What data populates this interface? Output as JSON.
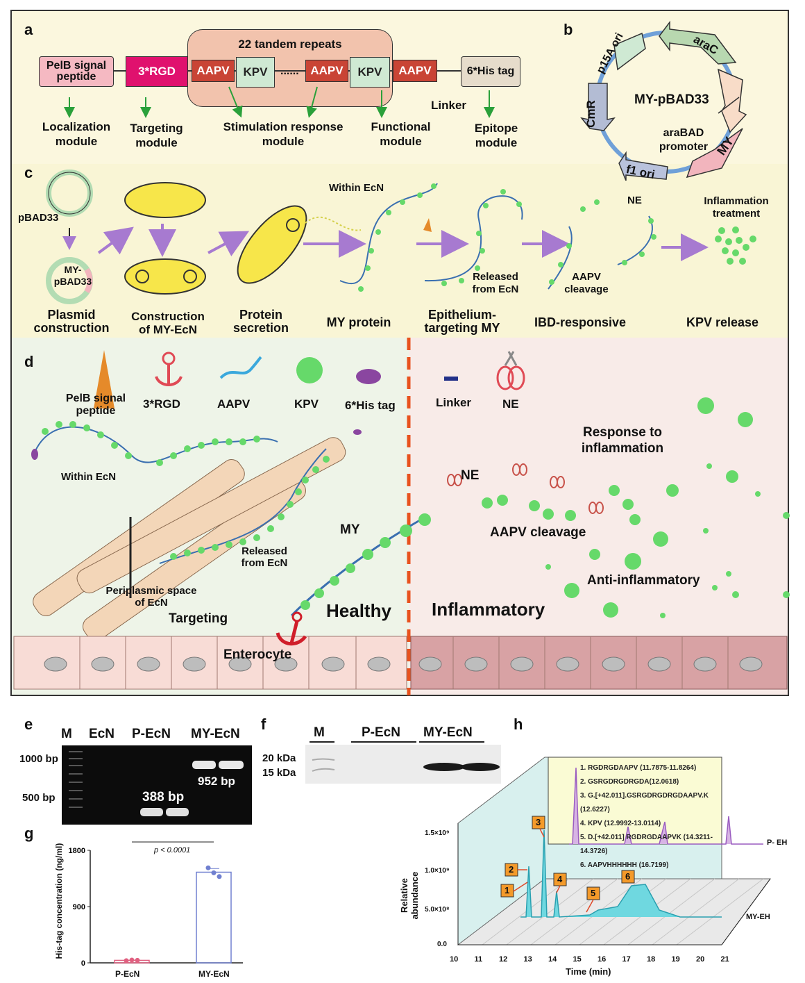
{
  "panel_a": {
    "letter": "a",
    "repeat_title": "22 tandem repeats",
    "pelb": "PelB signal peptide",
    "rgd": "3*RGD",
    "aapv": "AAPV",
    "kpv": "KPV",
    "dots": "......",
    "his": "6*His tag",
    "linker": "Linker",
    "modules": {
      "localization": "Localization module",
      "targeting": "Targeting module",
      "stimulation": "Stimulation response module",
      "functional": "Functional module",
      "epitope": "Epitope module"
    }
  },
  "panel_b": {
    "letter": "b",
    "name": "MY-pBAD33",
    "p15a": "p15A ori",
    "arac": "araC",
    "cmr": "CmR",
    "f1": "f1 ori",
    "my": "MY",
    "promoter": "araBAD promoter"
  },
  "panel_c": {
    "letter": "c",
    "pbad33": "pBAD33",
    "my_pbad33": "MY- pBAD33",
    "within_ecn": "Within EcN",
    "released": "Released from EcN",
    "ne": "NE",
    "aapv_cleavage": "AAPV cleavage",
    "inflammation_treatment": "Inflammation treatment",
    "steps": [
      "Plasmid construction",
      "Construction of MY-EcN",
      "Protein secretion",
      "MY protein",
      "Epithelium- targeting MY",
      "IBD-responsive",
      "KPV release"
    ]
  },
  "panel_d": {
    "letter": "d",
    "legend": {
      "pelb": "PelB signal peptide",
      "rgd": "3*RGD",
      "aapv": "AAPV",
      "kpv": "KPV",
      "his": "6*His tag",
      "linker": "Linker",
      "ne": "NE"
    },
    "within_ecn": "Within EcN",
    "periplasmic": "Periplasmic space of EcN",
    "released": "Released from EcN",
    "my": "MY",
    "targeting": "Targeting",
    "enterocyte": "Enterocyte",
    "healthy": "Healthy",
    "inflammatory": "Inflammatory",
    "response": "Response to inflammation",
    "ne": "NE",
    "aapv_cleavage": "AAPV cleavage",
    "anti": "Anti-inflammatory"
  },
  "panel_e": {
    "letter": "e",
    "lanes": [
      "M",
      "EcN",
      "P-EcN",
      "MY-EcN"
    ],
    "markers": [
      "1000 bp",
      "500 bp"
    ],
    "band1": "388 bp",
    "band2": "952 bp"
  },
  "panel_f": {
    "letter": "f",
    "lanes": [
      "M",
      "P-EcN",
      "MY-EcN"
    ],
    "markers": [
      "20 kDa",
      "15 kDa"
    ]
  },
  "panel_g": {
    "letter": "g",
    "ylabel": "His-tag concentration (ng/ml)",
    "pvalue": "p < 0.0001",
    "chart_data": {
      "type": "bar",
      "categories": [
        "P-EcN",
        "MY-EcN"
      ],
      "values": [
        40,
        1450
      ],
      "points": [
        [
          35,
          45,
          40
        ],
        [
          1520,
          1440,
          1380
        ]
      ],
      "ylim": [
        0,
        1800
      ],
      "yticks": [
        "0",
        "900",
        "1800"
      ],
      "colors": [
        "#e06080",
        "#7080d0"
      ]
    }
  },
  "panel_h": {
    "letter": "h",
    "ylabel": "Relative abundance",
    "xlabel": "Time (min)",
    "yticks": [
      "0.0",
      "5.0×10⁸",
      "1.0×10⁹",
      "1.5×10⁹"
    ],
    "xticks": [
      "10",
      "11",
      "12",
      "13",
      "14",
      "15",
      "16",
      "17",
      "18",
      "19",
      "20",
      "21"
    ],
    "series_names": [
      "P- EH",
      "MY-EH"
    ],
    "peaks": [
      "1. RGDRGDAAPV (11.7875-11.8264)",
      "2. GSRGDRGDRGDA(12.0618)",
      "3. G.[+42.011].GSRGDRGDRGDAAPV.K (12.6227)",
      "4. KPV (12.9992-13.0114)",
      "5. D.[+42.011] RGDRGDAAPVK (14.3211-14.3726)",
      "6. AAPVHHHHHH (16.7199)"
    ],
    "markers": [
      "1",
      "2",
      "3",
      "4",
      "5",
      "6"
    ]
  }
}
